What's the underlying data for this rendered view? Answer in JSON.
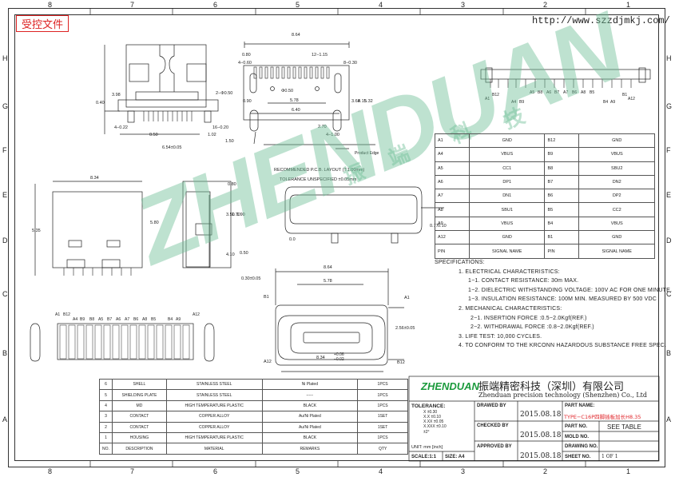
{
  "header": {
    "stamp": "受控文件",
    "url": "http://www.szzdjmkj.com/"
  },
  "grid": {
    "top_numbers": [
      "8",
      "7",
      "6",
      "5",
      "4",
      "3",
      "2",
      "1"
    ],
    "bottom_numbers": [
      "8",
      "7",
      "6",
      "5",
      "4",
      "3",
      "2",
      "1"
    ],
    "left_letters": [
      "H",
      "G",
      "F",
      "E",
      "D",
      "C",
      "B",
      "A"
    ],
    "right_letters": [
      "H",
      "G",
      "F",
      "E",
      "D",
      "C",
      "B",
      "A"
    ]
  },
  "drawing_labels": {
    "dim_864": "8.64",
    "dim_080": "0.80",
    "dim_460": "4−0.60",
    "dim_1215": "12−1.15",
    "dim_8030": "8−0.30",
    "dim_578": "5.78",
    "dim_640": "6.40",
    "dim_0_50": "Φ0.50",
    "dim_2_050": "2−Φ0.50",
    "dim_1_150": "1.50",
    "dim_0_90": "0.90",
    "dim_4_1_00": "4−1.00",
    "dim_270": "2.70",
    "dim_3_68": "3.68",
    "dim_4_15": "4.15",
    "dim_5_32": "5.32",
    "dim_6_54": "6.54±0.05",
    "dim_4_022": "4−0.22",
    "dim_16_020": "16−0.20",
    "dim_050": "0.50",
    "dim_102": "1.02",
    "dim_040": "0.40",
    "dim_398": "3.98",
    "product_edge": "Product Edge",
    "pcb_layout": "RECOMMENDED P.C.B. LAYOUT (T:1.00mm)",
    "tolerance_note": "TOLERANCE UNSPECIFIED ±0.05mm",
    "dim_834": "8.34",
    "dim_535": "5.35",
    "dim_580": "5.80",
    "dim_080b": "0.80",
    "dim_170": "1.70",
    "dim_190": "1.90",
    "dim_350": "3.50",
    "dim_410": "4.10",
    "dim_050b": "0.50",
    "dim_077": "0.77",
    "dim_010": "0.10",
    "dim_030": "0.30±0.05",
    "dim_864b": "8.64",
    "dim_578b": "5.78",
    "dim_256": "2.56±0.05",
    "dim_834b": "8.34",
    "tol_plus": "+0.06",
    "tol_minus": "−0.02",
    "label_A1": "A1",
    "label_B12": "B12",
    "label_A12": "A12",
    "label_B1": "B1",
    "left_pins": [
      "A1",
      "B12",
      "A4",
      "B9",
      "B8",
      "A5",
      "B7",
      "A6",
      "A7",
      "B6",
      "A8",
      "B5",
      "B4",
      "A9",
      "A12"
    ],
    "top_pins_row1": [
      "A1",
      "B12",
      "A4",
      "B9",
      "A5",
      "B8",
      "A6",
      "B7",
      "A7",
      "B6",
      "A8",
      "B5",
      "A9",
      "B4",
      "A12",
      "B1"
    ],
    "oval_label": "0.0"
  },
  "pin_table": [
    [
      "A1",
      "GND",
      "B12",
      "GND"
    ],
    [
      "A4",
      "VBUS",
      "B9",
      "VBUS"
    ],
    [
      "A5",
      "CC1",
      "B8",
      "SBU2"
    ],
    [
      "A6",
      "DP1",
      "B7",
      "DN2"
    ],
    [
      "A7",
      "DN1",
      "B6",
      "DP2"
    ],
    [
      "A8",
      "SBU1",
      "B5",
      "CC2"
    ],
    [
      "A9",
      "VBUS",
      "B4",
      "VBUS"
    ],
    [
      "A12",
      "GND",
      "B1",
      "GND"
    ],
    [
      "PIN",
      "SIGNAL NAME",
      "PIN",
      "SIGNAL NAME"
    ]
  ],
  "specifications": {
    "title": "SPECIFICATIONS:",
    "s1": "1. ELECTRICAL CHARACTERISTICS:",
    "s1_1": "1−1. CONTACT RESISTANCE: 30m  MAX.",
    "s1_2": "1−2. DIELECTRIC WITHSTANDING VOLTAGE: 100V AC FOR ONE MINUTE.",
    "s1_3": "1−3. INSULATION RESISTANCE: 100M  MIN. MEASURED BY 500 VDC",
    "s2": "2. MECHANICAL CHARACTERISTICS:",
    "s2_1": "2−1. INSERTION FORCE :0.5−2.0Kgf(REF.)",
    "s2_2": "2−2. WITHDRAWAL FORCE :0.8−2.0Kgf(REF.)",
    "s3": "3. LIFE TEST: 10,000 CYCLES.",
    "s4": "4. TO CONFORM TO THE KRCONN HAZARDOUS SUBSTANCE FREE SPEC."
  },
  "bom": {
    "rows": [
      [
        "6",
        "SHELL",
        "STAINLESS STEEL",
        "Ni Plated",
        "1PCS"
      ],
      [
        "5",
        "SHIELDING PLATE",
        "STAINLESS STEEL",
        "−−−",
        "1PCS"
      ],
      [
        "4",
        "MD",
        "HIGH TEMPERATURE PLASTIC",
        "BLACK",
        "1PCS"
      ],
      [
        "3",
        "CONTACT",
        "COPPER ALLOY",
        "Au/Ni Plated",
        "1SET"
      ],
      [
        "2",
        "CONTACT",
        "COPPER ALLOY",
        "Au/Ni Plated",
        "1SET"
      ],
      [
        "1",
        "HOUSING",
        "HIGH TEMPERATURE PLASTIC",
        "BLACK",
        "1PCS"
      ],
      [
        "NO.",
        "DESCRIPTION",
        "MATERIAL",
        "REMARKS",
        "QTY"
      ]
    ]
  },
  "title_block": {
    "logo": "ZHENDUAN",
    "company_cn": "振端精密科技（深圳）有限公司",
    "company_en": "Zhenduan precision technology (Shenzhen) Co., Ltd",
    "drawn_by_label": "DRAWED BY",
    "checked_by_label": "CHECKED BY",
    "approved_by_label": "APPROVED BY",
    "date1": "2015.08.18",
    "date2": "2015.08.18",
    "date3": "2015.08.18",
    "part_name_label": "PART NAME:",
    "part_name": "TYPE−C16P四脚插板加长H8.35",
    "part_no_label": "PART NO.",
    "mold_no_label": "MOLD NO.",
    "drawing_no_label": "DRAWING NO.",
    "sheet_no_label": "SHEET NO.",
    "see_table": "SEE TABLE",
    "sheet_value": "1 OF 1",
    "tolerance_label": "TOLERANCE:",
    "tol_rows": [
      "X ±0.30",
      "X.X ±0.10",
      "X.XX ±0.05",
      "X.XXX ±0.10"
    ],
    "tol_angle": "±2°",
    "unit_label": "UNIT: mm [inch]",
    "scale_label": "SCALE:1:1",
    "size_label": "SIZE: A4"
  },
  "watermark": {
    "text": "ZHENDUAN",
    "cn1": "振",
    "cn2": "端",
    "cn3": "科",
    "cn4": "技"
  }
}
